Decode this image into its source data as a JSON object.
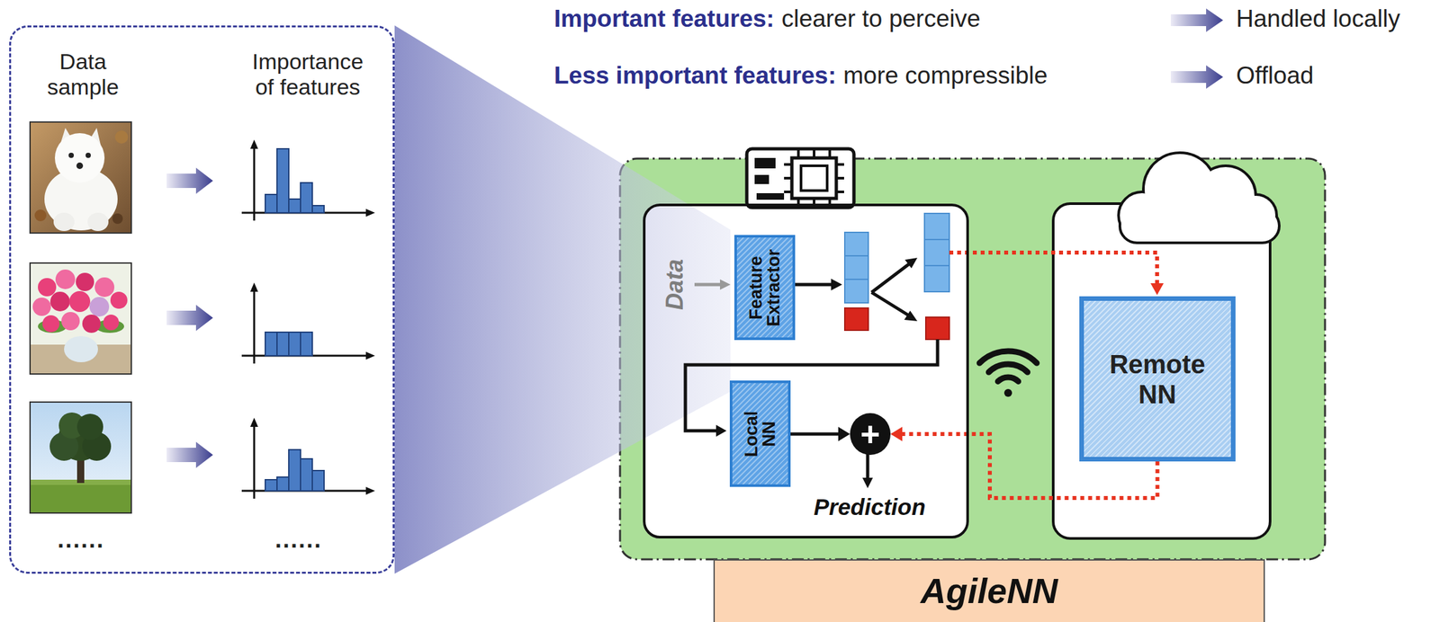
{
  "diagram": {
    "nodes": [
      {
        "text": [
          "Data sample",
          "Importance of features"
        ]
      },
      {
        "text": [
          "Data",
          "Prediction"
        ]
      },
      {
        "text": [
          "Feature Extractor"
        ],
        "in": 1
      },
      {
        "text": [
          "Local NN"
        ],
        "in": 1
      },
      {
        "text": [
          "+"
        ],
        "in": 1
      },
      {
        "text": [
          "Remote NN"
        ]
      },
      {
        "text": [
          "AgileNN"
        ]
      }
    ],
    "edges": [
      {
        "from": 3,
        "to": 4,
        "arrow": "to"
      },
      {
        "from": 5,
        "to": 4,
        "arrow": "to"
      }
    ],
    "labels": [
      "Important features:",
      "clearer to perceive",
      "Handled locally",
      "Less important features:",
      "more compressible",
      "Offload",
      "......",
      "......"
    ]
  }
}
